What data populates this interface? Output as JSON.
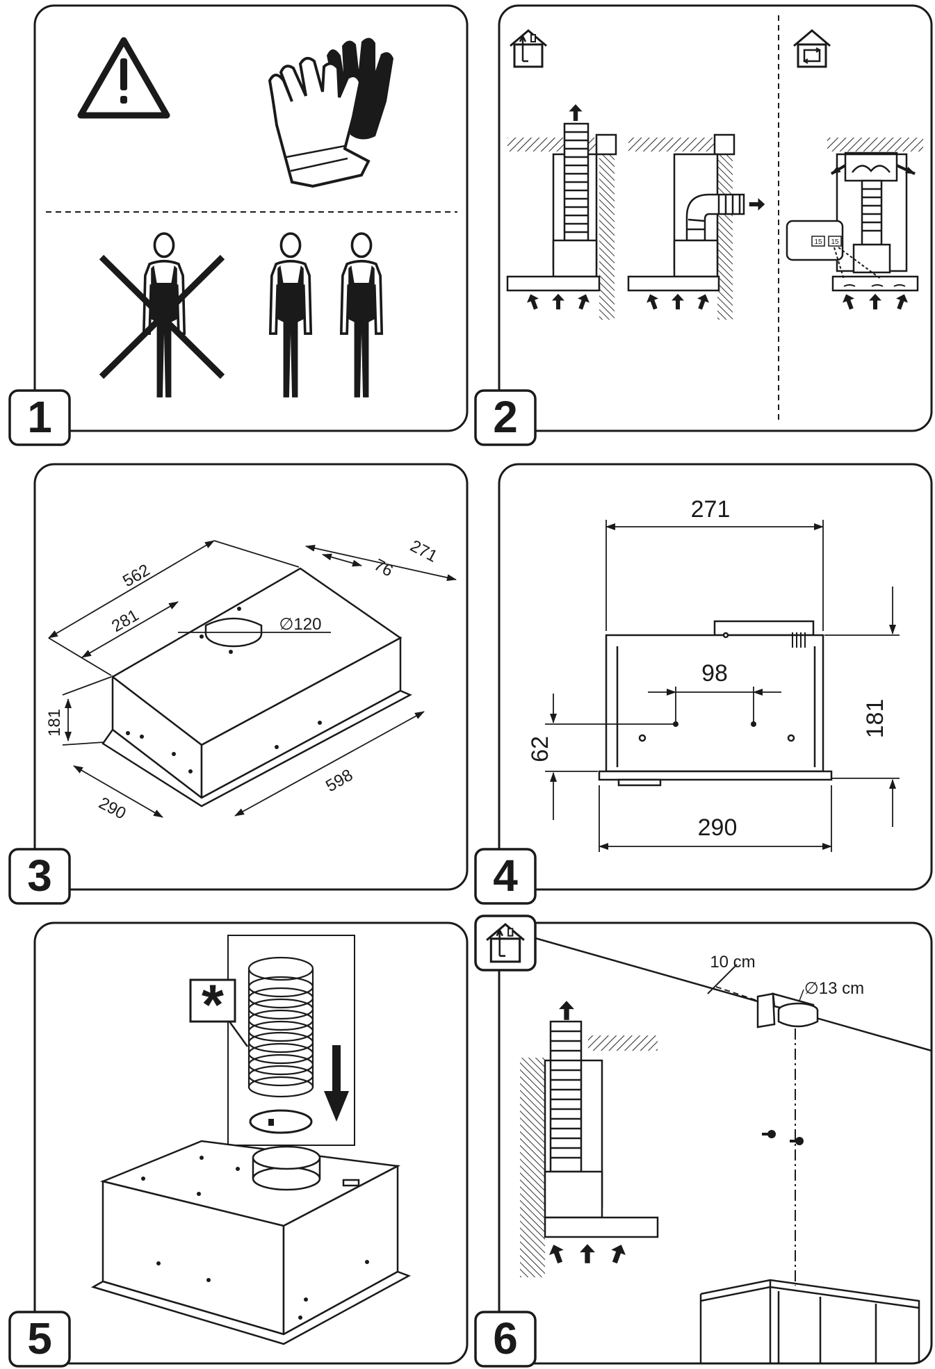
{
  "steps": [
    {
      "number": "1"
    },
    {
      "number": "2"
    },
    {
      "number": "3"
    },
    {
      "number": "4"
    },
    {
      "number": "5"
    },
    {
      "number": "6"
    }
  ],
  "step2": {
    "panel_labels": [
      "15",
      "15"
    ]
  },
  "step3": {
    "dimensions": {
      "length_top": "562",
      "half_length": "281",
      "depth": "271",
      "offset": "76",
      "diameter": "∅120",
      "height": "181",
      "width": "598",
      "front_depth": "290"
    }
  },
  "step4": {
    "dimensions": {
      "top_width": "271",
      "hole_spacing": "98",
      "hole_height": "62",
      "height": "181",
      "bottom_width": "290"
    }
  },
  "step5": {
    "note_symbol": "*"
  },
  "step6": {
    "offset_label": "10 cm",
    "diameter_label": "∅13 cm"
  },
  "colors": {
    "ink": "#1a1a1a",
    "hatch": "#444444",
    "background": "#ffffff"
  },
  "icons": [
    "warning-icon",
    "gloves-icon",
    "person-icon",
    "house-duct-icon",
    "house-recirculation-icon",
    "arrow-icon"
  ]
}
